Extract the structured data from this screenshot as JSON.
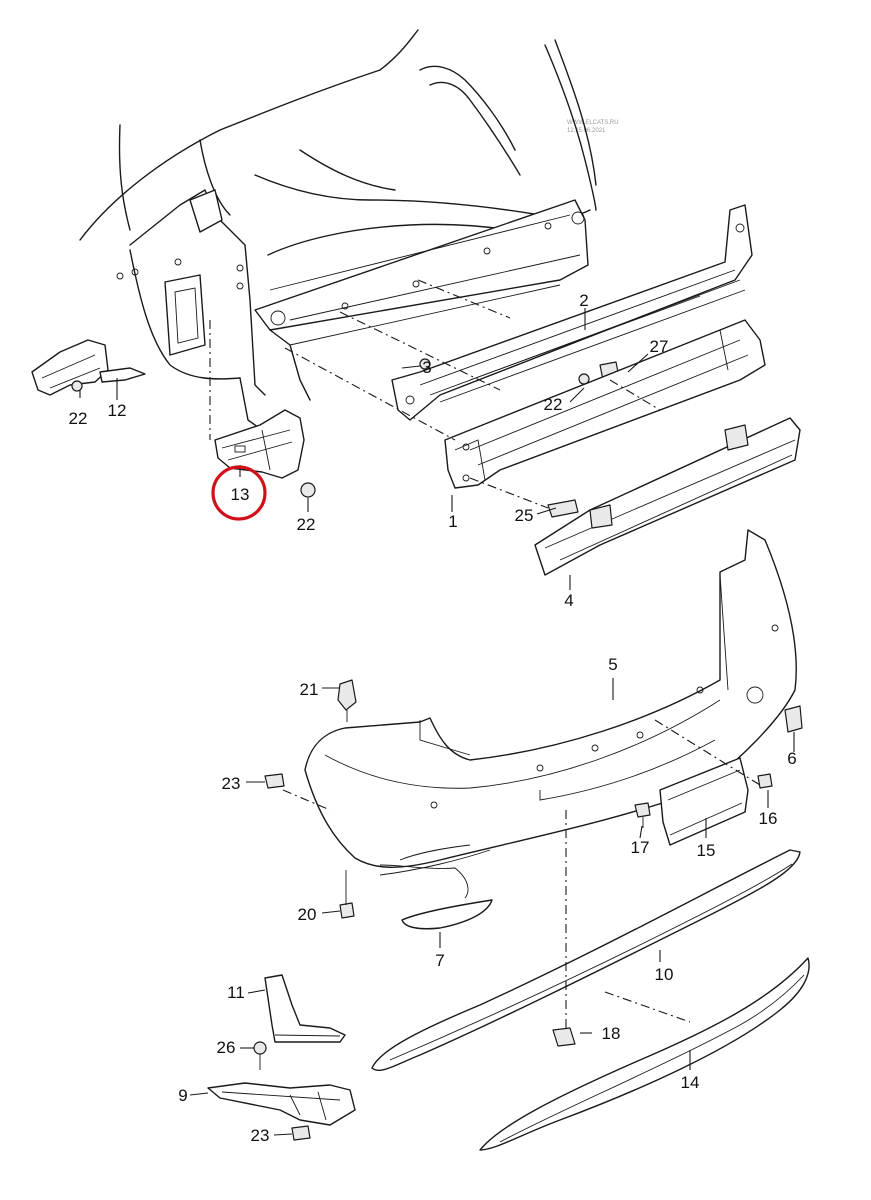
{
  "watermark": {
    "line1": "WWW.ELCATS.RU",
    "line2": "12.15.06.2021"
  },
  "highlight_color": "#d0101a",
  "highlighted_part": "13",
  "callouts": {
    "p1": "1",
    "p2": "2",
    "p3": "3",
    "p4": "4",
    "p5": "5",
    "p6": "6",
    "p7": "7",
    "p9": "9",
    "p10": "10",
    "p11": "11",
    "p12": "12",
    "p13": "13",
    "p14": "14",
    "p15": "15",
    "p16": "16",
    "p17": "17",
    "p18": "18",
    "p20": "20",
    "p21": "21",
    "p22a": "22",
    "p22b": "22",
    "p22c": "22",
    "p23a": "23",
    "p23b": "23",
    "p25": "25",
    "p26": "26",
    "p27": "27"
  }
}
